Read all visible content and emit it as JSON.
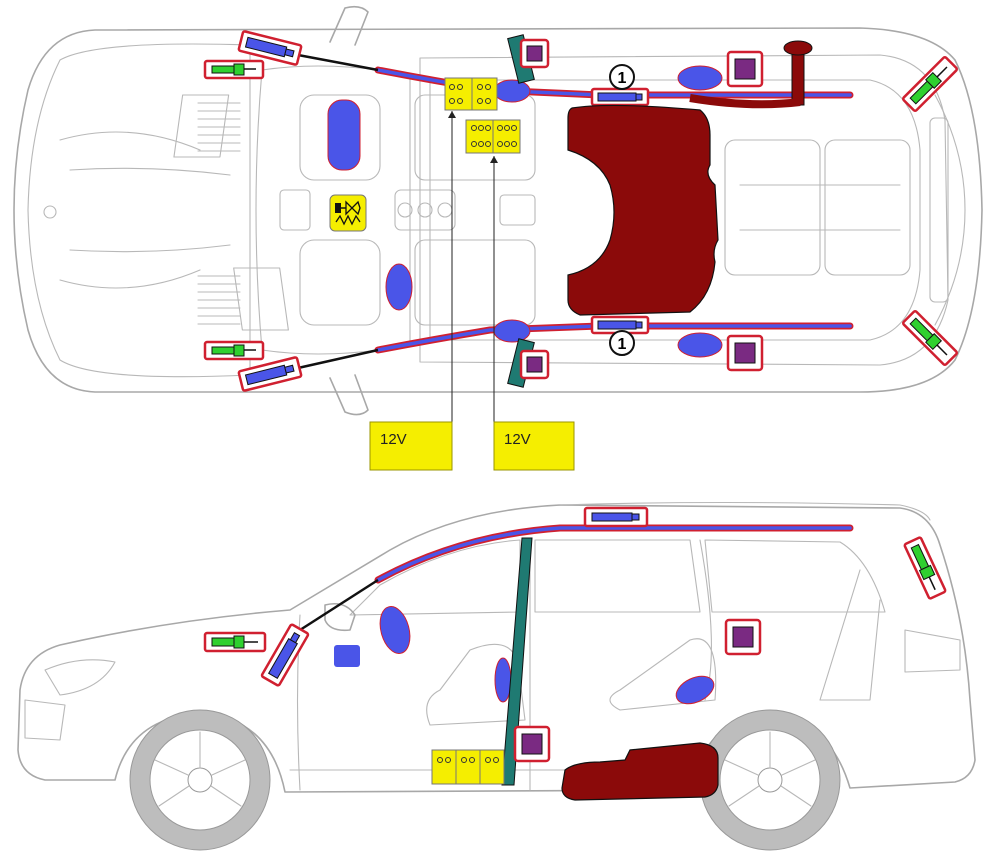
{
  "colors": {
    "outline": "#a8a8a8",
    "tire": "#bdbdbd",
    "airbag_blue": "#4a55e8",
    "airbag_red_outline": "#d02030",
    "module_purple": "#7a2a82",
    "sensor_green": "#2fd02f",
    "battery_yellow": "#f5ee00",
    "fuel_tank": "#8b0a0a",
    "bpillar_teal": "#1f7a72",
    "label_box": "#f5ee00"
  },
  "labels": {
    "battery_left": "12V",
    "battery_right": "12V"
  },
  "markers": {
    "pillar_left": "1",
    "pillar_right": "1"
  }
}
